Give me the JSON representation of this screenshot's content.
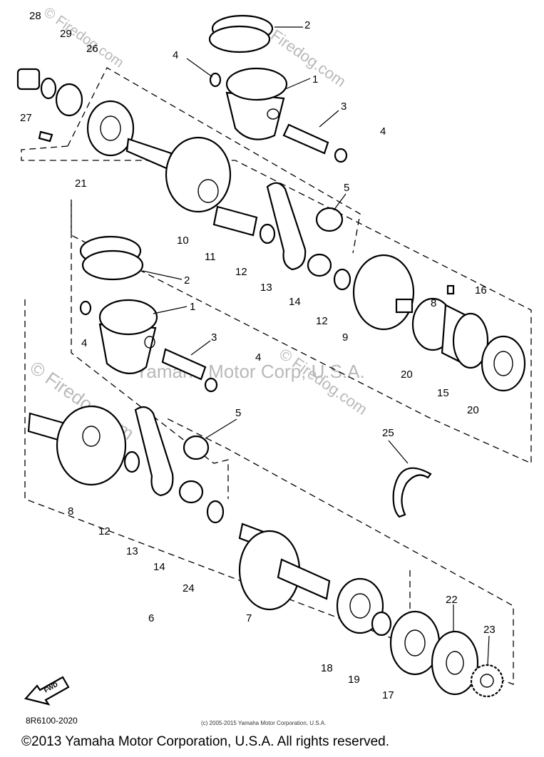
{
  "diagram": {
    "code": "8R6100-2020",
    "reprint_note": "(c) 2005-2015 Yamaha Motor Corporation, U.S.A.",
    "copyright": "©2013 Yamaha Motor Corporation, U.S.A. All rights reserved.",
    "watermark_site": "© Firedog.com",
    "watermark_owner": "Yamaha Motor Corp, U.S.A.",
    "front_arrow_label": "FWD",
    "callouts": [
      "28",
      "29",
      "26",
      "27",
      "21",
      "2",
      "4",
      "1",
      "3",
      "4",
      "10",
      "11",
      "12",
      "13",
      "5",
      "14",
      "12",
      "9",
      "16",
      "8",
      "20",
      "15",
      "20",
      "2",
      "1",
      "4",
      "3",
      "4",
      "5",
      "8",
      "12",
      "13",
      "14",
      "24",
      "6",
      "25",
      "7",
      "18",
      "19",
      "17",
      "22",
      "23"
    ]
  }
}
